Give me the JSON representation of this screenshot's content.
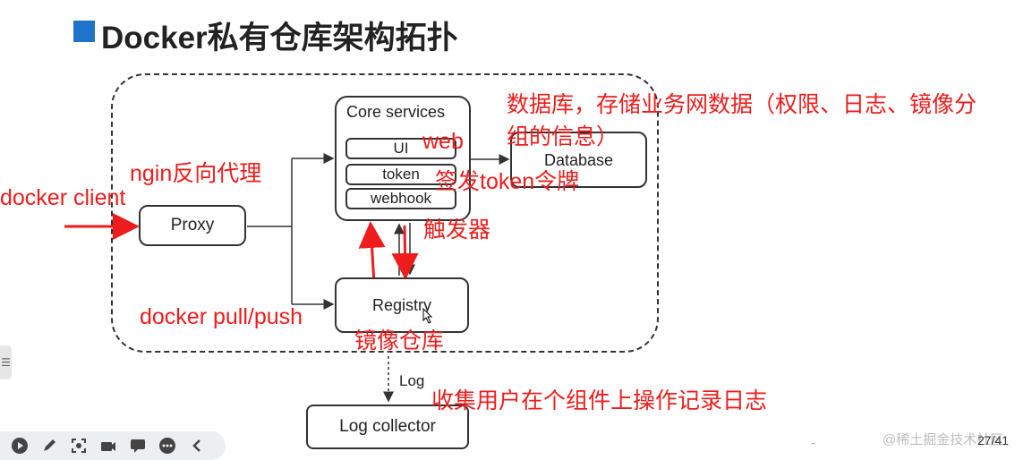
{
  "title": "Docker私有仓库架构拓扑",
  "nodes": {
    "proxy": "Proxy",
    "core_services": "Core services",
    "ui": "UI",
    "token": "token",
    "webhook": "webhook",
    "database": "Database",
    "registry": "Registry",
    "log_collector": "Log collector",
    "log_edge": "Log"
  },
  "annotations": {
    "database_note_line1": "数据库，存储业务网数据（权限、日志、镜像分",
    "database_note_line2": "组的信息）",
    "web": "web",
    "token_note": "签发token令牌",
    "nginx": "ngin反向代理",
    "docker_client": "docker client",
    "webhook_note": "触发器",
    "docker_pull_push": "docker pull/push",
    "registry_note": "镜像仓库",
    "log_note": "收集用户在个组件上操作记录日志"
  },
  "footer": {
    "page": "27/41",
    "watermark": "@稀土掘金技术社区",
    "dash": "-",
    "side_tab": "☰"
  },
  "toolbar_icons": [
    "play-icon",
    "pen-icon",
    "focus-icon",
    "camera-icon",
    "comment-icon",
    "more-icon",
    "chevron-left-icon"
  ],
  "colors": {
    "accent_blue": "#1f73c8",
    "annotation_red": "#ee1c1c"
  }
}
